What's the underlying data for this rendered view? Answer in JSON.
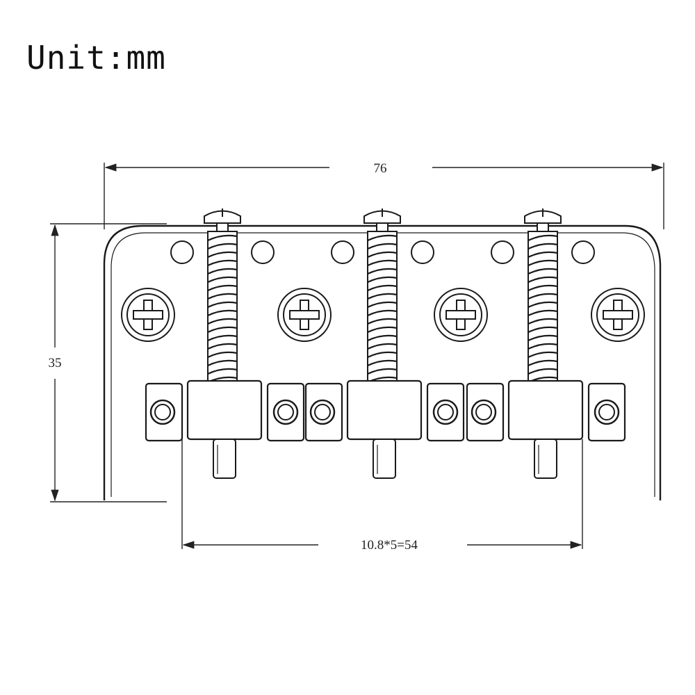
{
  "unit_label": "Unit:mm",
  "dimensions": {
    "width": "76",
    "height": "35",
    "saddle_spacing": "10.8*5=54"
  },
  "colors": {
    "line": "#1a1a1a",
    "base_plate_bottom": "#6a3bc9",
    "background": "#ffffff"
  }
}
